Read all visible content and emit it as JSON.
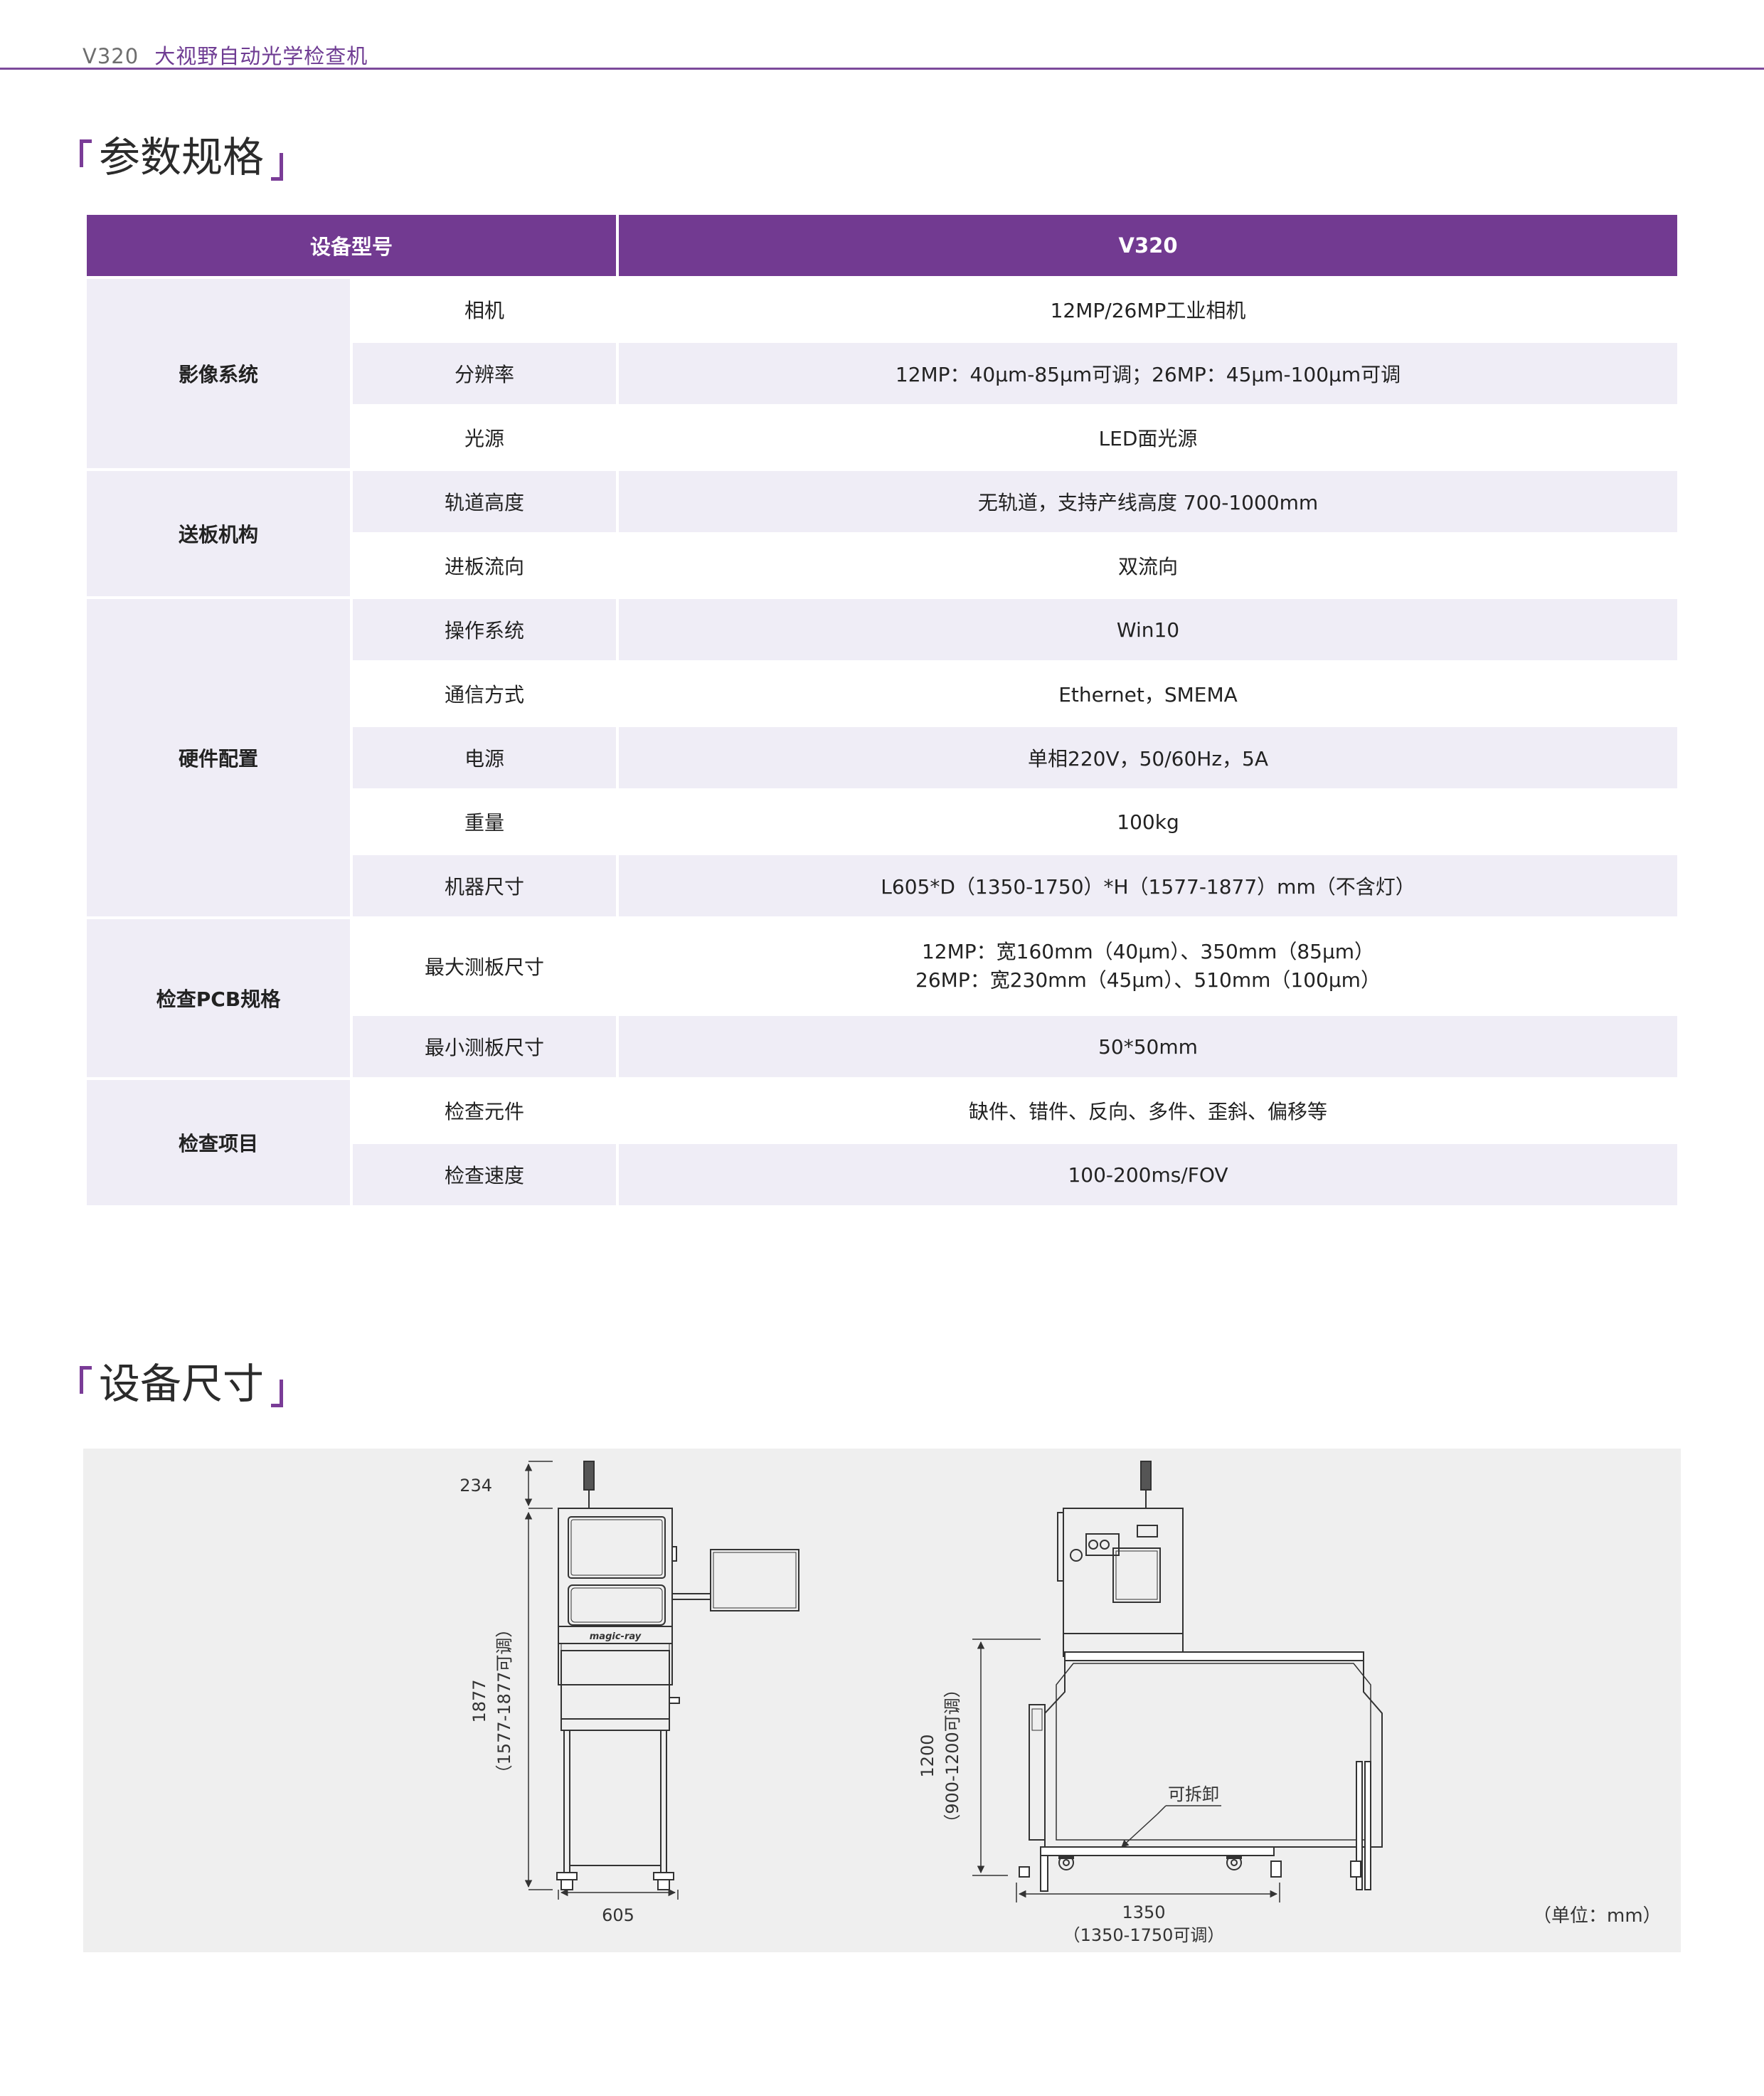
{
  "header": {
    "model": "V320",
    "title": "大视野自动光学检查机"
  },
  "specs_section": {
    "title": "参数规格"
  },
  "dims_section": {
    "title": "设备尺寸"
  },
  "table": {
    "head": [
      "设备型号",
      "V320"
    ],
    "rows": [
      {
        "cat": "影像系统",
        "sub": "相机",
        "val": "12MP/26MP工业相机"
      },
      {
        "sub": "分辨率",
        "val": "12MP：40μm-85μm可调；26MP：45μm-100μm可调"
      },
      {
        "sub": "光源",
        "val": "LED面光源"
      },
      {
        "cat": "送板机构",
        "sub": "轨道高度",
        "val": "无轨道，支持产线高度 700-1000mm"
      },
      {
        "sub": "进板流向",
        "val": "双流向"
      },
      {
        "cat": "硬件配置",
        "sub": "操作系统",
        "val": "Win10"
      },
      {
        "sub": "通信方式",
        "val": "Ethernet，SMEMA"
      },
      {
        "sub": "电源",
        "val": "单相220V，50/60Hz，5A"
      },
      {
        "sub": "重量",
        "val": "100kg"
      },
      {
        "sub": "机器尺寸",
        "val": "L605*D（1350-1750）*H（1577-1877）mm（不含灯）"
      },
      {
        "cat": "检查PCB规格",
        "sub": "最大测板尺寸",
        "val": "12MP：宽160mm（40μm）、350mm（85μm）",
        "val2": "26MP：宽230mm（45μm）、510mm（100μm）"
      },
      {
        "sub": "最小测板尺寸",
        "val": "50*50mm"
      },
      {
        "cat": "检查项目",
        "sub": "检查元件",
        "val": "缺件、错件、反向、多件、歪斜、偏移等"
      },
      {
        "sub": "检查速度",
        "val": "100-200ms/FOV"
      }
    ]
  },
  "dimensions": {
    "front": {
      "top": "234",
      "height": "1877",
      "height_range": "（1577-1877可调）",
      "width": "605",
      "logo": "magic-ray"
    },
    "side": {
      "height": "1200",
      "height_range": "（900-1200可调）",
      "depth": "1350",
      "depth_range": "（1350-1750可调）",
      "detachable": "可拆卸"
    },
    "unit": "（单位：mm）"
  }
}
